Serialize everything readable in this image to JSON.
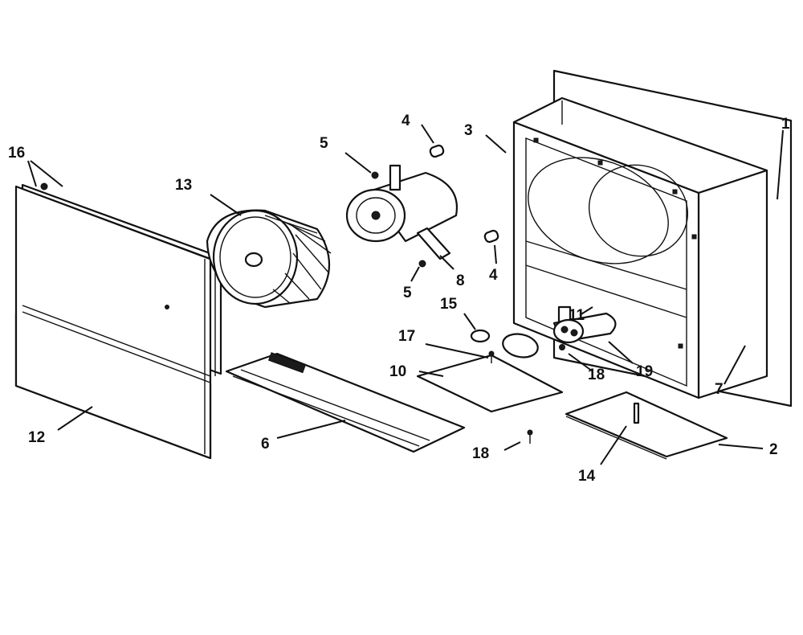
{
  "diagram": {
    "callouts": [
      {
        "id": "c1",
        "text": "1"
      },
      {
        "id": "c2",
        "text": "2"
      },
      {
        "id": "c3",
        "text": "3"
      },
      {
        "id": "c4a",
        "text": "4"
      },
      {
        "id": "c4b",
        "text": "4"
      },
      {
        "id": "c5a",
        "text": "5"
      },
      {
        "id": "c5b",
        "text": "5"
      },
      {
        "id": "c6",
        "text": "6"
      },
      {
        "id": "c7",
        "text": "7"
      },
      {
        "id": "c8",
        "text": "8"
      },
      {
        "id": "c10",
        "text": "10"
      },
      {
        "id": "c11",
        "text": "11"
      },
      {
        "id": "c12",
        "text": "12"
      },
      {
        "id": "c13",
        "text": "13"
      },
      {
        "id": "c14",
        "text": "14"
      },
      {
        "id": "c15",
        "text": "15"
      },
      {
        "id": "c16",
        "text": "16"
      },
      {
        "id": "c17",
        "text": "17"
      },
      {
        "id": "c18a",
        "text": "18"
      },
      {
        "id": "c18b",
        "text": "18"
      },
      {
        "id": "c19",
        "text": "19"
      }
    ]
  }
}
